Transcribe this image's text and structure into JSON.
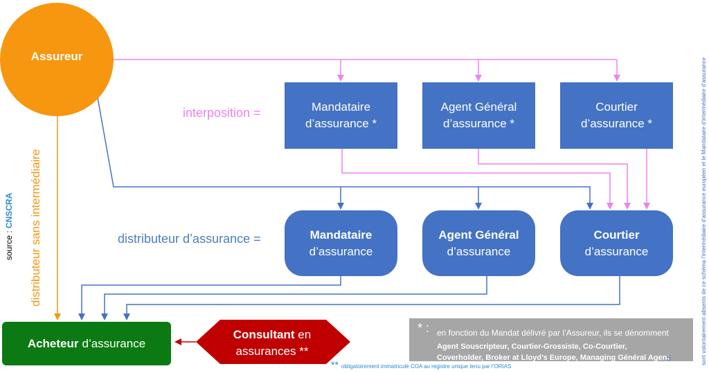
{
  "nodes": {
    "assureur": "Assureur",
    "interposition": [
      {
        "line1": "Mandataire",
        "line2": "d’assurance *"
      },
      {
        "line1": "Agent Général",
        "line2": "d’assurance *"
      },
      {
        "line1": "Courtier",
        "line2": "d’assurance *"
      }
    ],
    "distributeurs": [
      {
        "bold": "Mandataire",
        "line2": "d’assurance"
      },
      {
        "bold": "Agent Général",
        "line2": "d’assurance"
      },
      {
        "bold": "Courtier",
        "line2": "d’assurance"
      }
    ],
    "acheteur": {
      "bold": "Acheteur",
      "rest": "d’assurance"
    },
    "consultant": {
      "bold": "Consultant",
      "rest1": "en",
      "line2": "assurances **"
    }
  },
  "labels": {
    "interposition": "interposition =",
    "distributeur": "distributeur d’assurance =",
    "sans_intermediaire": "distributeur sans intermédiaire",
    "source_prefix": "source : ",
    "source_name": "CNSCRA",
    "right_note": "sont volontairement absents de ce schéma l’intermédiaire d’assurance européen et le Mandataire d’intermédiaire d’assurance"
  },
  "note": {
    "star": "* :",
    "line1": "en fonction du Mandat délivré par l’Assureur,  ils se dénomment",
    "line2": "Agent Souscripteur, Courtier-Grossiste, Co-Courtier,",
    "line3": "Coverholder, Broker at Lloyd’s Europe, Managing Général Agent"
  },
  "page_number": "5",
  "footnote": {
    "stars": "**",
    "text": "obligatoirement immatriculé COA au registre unique tenu par l’ORIAS"
  },
  "colors": {
    "assureur": "#f7960f",
    "box": "#4472c4",
    "acheteur": "#0b7a13",
    "consultant": "#c00000",
    "pink_arrows": "#ee82ee",
    "blue_arrows": "#4472c4",
    "orange_arrow": "#f7960f",
    "note_bg": "#a6a6a6"
  }
}
